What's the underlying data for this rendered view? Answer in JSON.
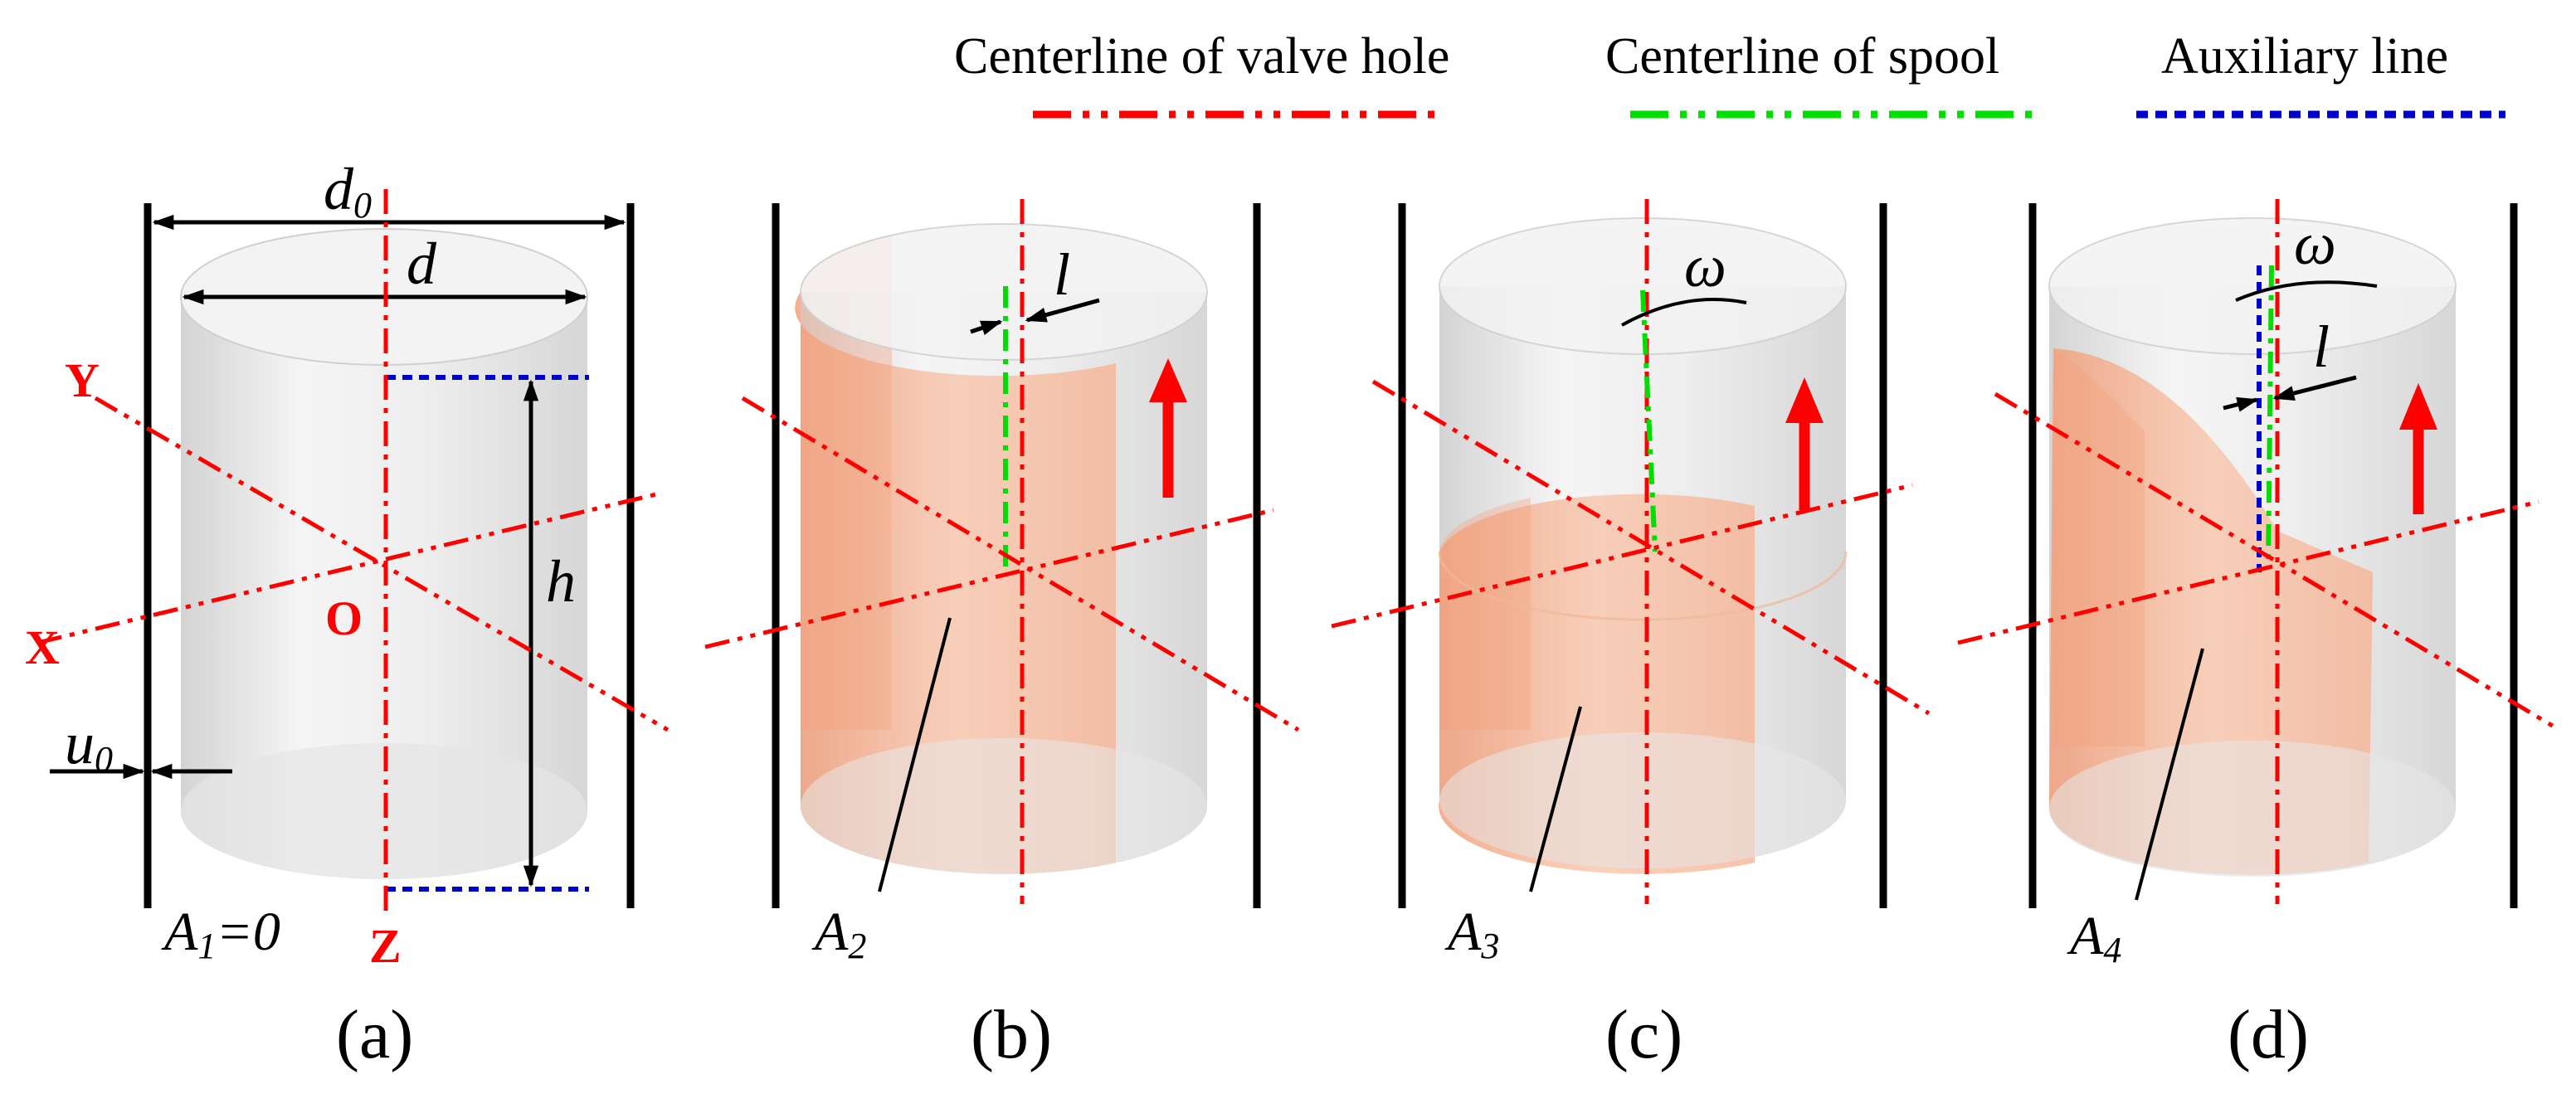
{
  "legend": [
    {
      "label": "Centerline of valve hole",
      "color": "#ff0000",
      "style": "dash-dot-dot"
    },
    {
      "label": "Centerline of spool",
      "color": "#00dd00",
      "style": "dash-dot-dot"
    },
    {
      "label": "Auxiliary line",
      "color": "#0000cc",
      "style": "dotted"
    }
  ],
  "colors": {
    "valve_hole_centerline": "#ff0000",
    "spool_centerline": "#00dd00",
    "auxiliary_line": "#0000cc",
    "overlap_area": "#f4a07a",
    "cylinder": "#d8d8d8",
    "motion_arrow": "#ff0000"
  },
  "panels": {
    "a": {
      "caption": "(a)",
      "area_main": "A",
      "area_sub": "1",
      "area_suffix": "=0",
      "axis_x": "X",
      "axis_y": "Y",
      "axis_z": "Z",
      "origin": "O",
      "outer_diameter_main": "d",
      "outer_diameter_sub": "0",
      "spool_diameter": "d",
      "height": "h",
      "clearance_main": "u",
      "clearance_sub": "0"
    },
    "b": {
      "caption": "(b)",
      "area_main": "A",
      "area_sub": "2",
      "offset": "l"
    },
    "c": {
      "caption": "(c)",
      "area_main": "A",
      "area_sub": "3",
      "angle": "ω"
    },
    "d": {
      "caption": "(d)",
      "area_main": "A",
      "area_sub": "4",
      "angle": "ω",
      "offset": "l"
    }
  }
}
